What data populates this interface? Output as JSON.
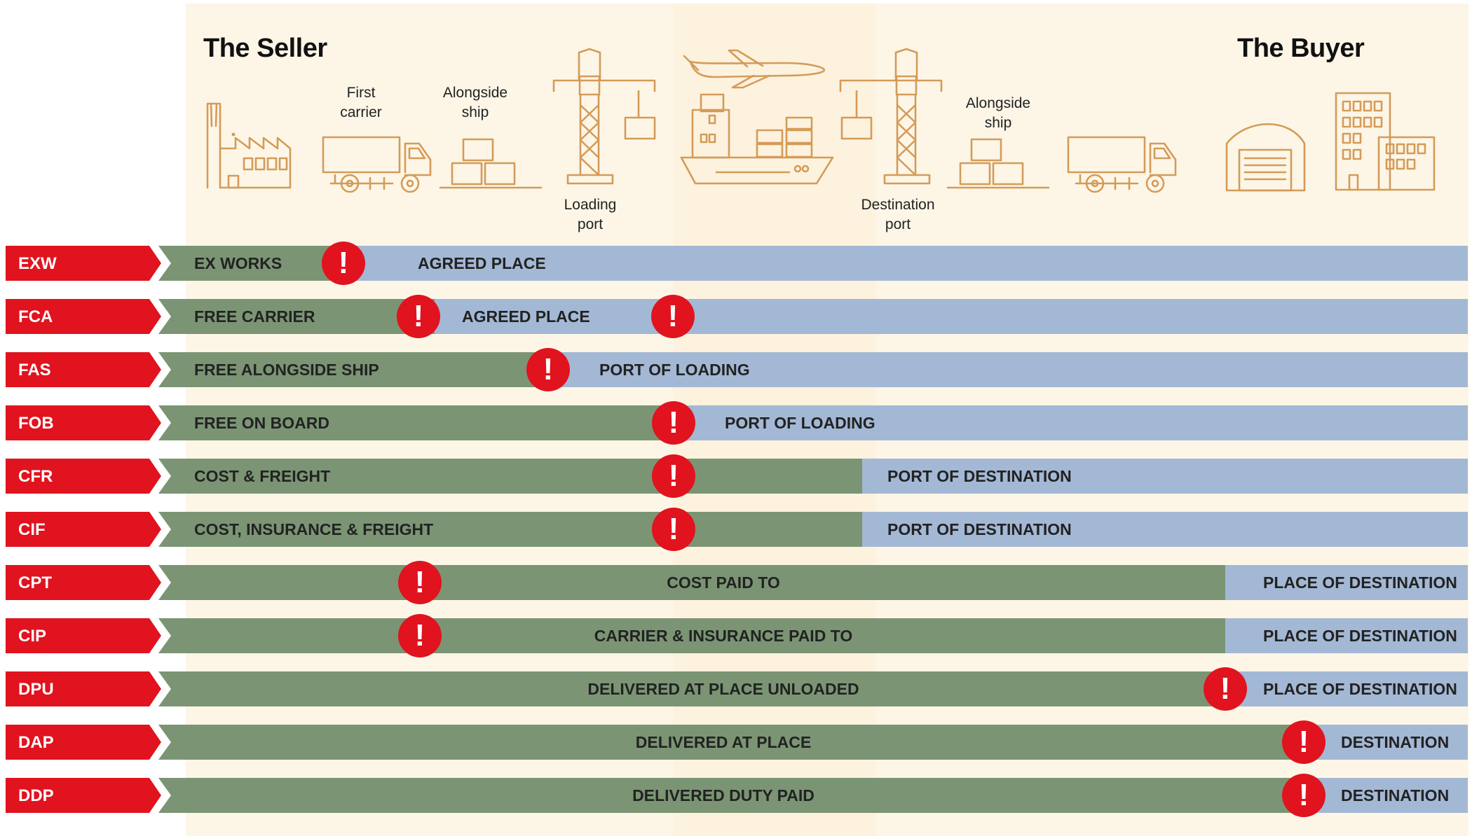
{
  "header": {
    "seller_title": "The Seller",
    "buyer_title": "The Buyer"
  },
  "icon_labels": {
    "first_carrier": "First\ncarrier",
    "alongside_ship_seller": "Alongside\nship",
    "loading_port": "Loading\nport",
    "destination_port": "Destination\nport",
    "alongside_ship_buyer": "Alongside\nship"
  },
  "icons": [
    "factory-icon",
    "truck-icon",
    "boxes-icon",
    "crane-icon",
    "airplane-icon",
    "cargo-ship-icon",
    "crane-icon",
    "boxes-icon",
    "truck-icon",
    "warehouse-icon",
    "office-building-icon"
  ],
  "colors": {
    "code_red": "#e0131f",
    "seller_green": "#7b9574",
    "buyer_blue": "#a3b8d4",
    "icon_tan": "#d49b58",
    "background_cream": "#fdf6e7"
  },
  "incoterms": [
    {
      "code": "EXW",
      "seller_text": "EX WORKS",
      "buyer_text": "AGREED PLACE",
      "center_text": ""
    },
    {
      "code": "FCA",
      "seller_text": "FREE CARRIER",
      "buyer_text": "AGREED PLACE",
      "center_text": ""
    },
    {
      "code": "FAS",
      "seller_text": "FREE ALONGSIDE SHIP",
      "buyer_text": "PORT OF LOADING",
      "center_text": ""
    },
    {
      "code": "FOB",
      "seller_text": "FREE  ON BOARD",
      "buyer_text": "PORT OF LOADING",
      "center_text": ""
    },
    {
      "code": "CFR",
      "seller_text": "COST & FREIGHT",
      "buyer_text": "PORT OF DESTINATION",
      "center_text": ""
    },
    {
      "code": "CIF",
      "seller_text": "COST, INSURANCE & FREIGHT",
      "buyer_text": "PORT OF DESTINATION",
      "center_text": ""
    },
    {
      "code": "CPT",
      "seller_text": "",
      "buyer_text": "PLACE OF DESTINATION",
      "center_text": "COST PAID TO"
    },
    {
      "code": "CIP",
      "seller_text": "",
      "buyer_text": "PLACE OF DESTINATION",
      "center_text": "CARRIER & INSURANCE PAID TO"
    },
    {
      "code": "DPU",
      "seller_text": "",
      "buyer_text": "PLACE OF DESTINATION",
      "center_text": "DELIVERED AT PLACE UNLOADED"
    },
    {
      "code": "DAP",
      "seller_text": "",
      "buyer_text": "DESTINATION",
      "center_text": "DELIVERED AT PLACE"
    },
    {
      "code": "DDP",
      "seller_text": "",
      "buyer_text": "DESTINATION",
      "center_text": "DELIVERED DUTY PAID"
    }
  ],
  "alert_glyph": "!"
}
